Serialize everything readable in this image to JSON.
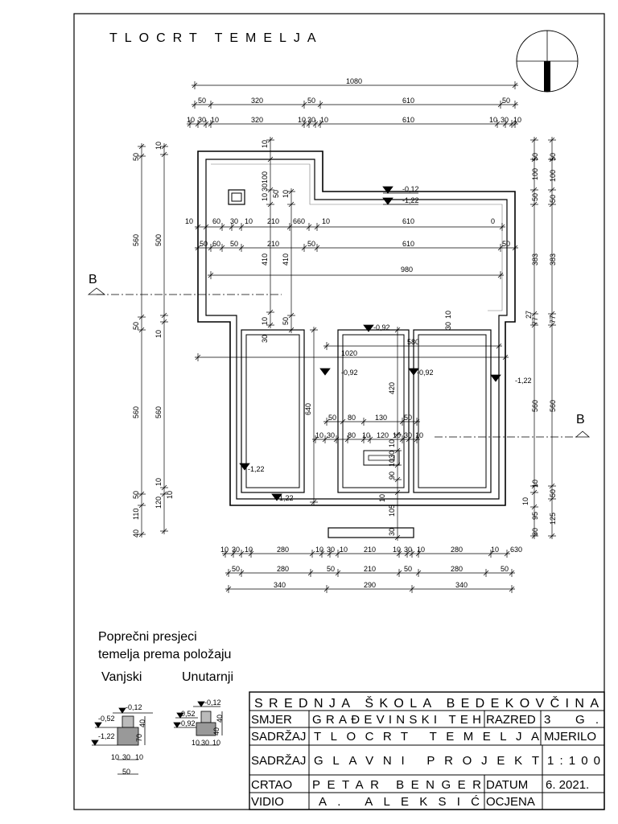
{
  "sheet": {
    "title": "TLOCRT TEMELJA",
    "section_mark": "B"
  },
  "dimensions": {
    "top_total": "1080",
    "top_row2": [
      "50",
      "320",
      "50",
      "610",
      "50"
    ],
    "top_row3": [
      "10",
      "30",
      "10",
      "320",
      "10",
      "30",
      "10",
      "610",
      "10",
      "30",
      "10"
    ],
    "inner_row1": [
      "10",
      "60",
      "30",
      "10",
      "210",
      "660",
      "10",
      "610",
      "0"
    ],
    "inner_row2": [
      "50",
      "60",
      "50",
      "210",
      "50",
      "610",
      "50"
    ],
    "inner_980": "980",
    "inner_1020": "1020",
    "inner_580": "580",
    "mid_row1": [
      "50",
      "80",
      "130",
      "50"
    ],
    "mid_row2": [
      "10",
      "30",
      "80",
      "10",
      "120",
      "10",
      "30",
      "10"
    ],
    "bottom_row1": [
      "10",
      "30",
      "10",
      "280",
      "10",
      "30",
      "10",
      "210",
      "10",
      "30",
      "10",
      "280",
      "10",
      "630"
    ],
    "bottom_row2": [
      "50",
      "280",
      "50",
      "210",
      "50",
      "280",
      "50"
    ],
    "bottom_row3": [
      "340",
      "290",
      "340"
    ],
    "left_outer": [
      "50",
      "560",
      "50",
      "560",
      "50",
      "110",
      "40"
    ],
    "left_inner": [
      "10",
      "500",
      "10",
      "560",
      "10",
      "120",
      "10"
    ],
    "right_inner": [
      "50",
      "100",
      "50",
      "383",
      "27",
      "77",
      "560",
      "10",
      "10",
      "95",
      "30"
    ],
    "right_outer": [
      "50",
      "100",
      "50",
      "383",
      "77",
      "560",
      "50",
      "125"
    ],
    "vertical_misc": [
      "10",
      "100",
      "50",
      "10",
      "30",
      "10",
      "410",
      "410",
      "50",
      "640",
      "420",
      "10",
      "30",
      "10",
      "90",
      "105",
      "30",
      "10",
      "30",
      "10",
      "30",
      "10"
    ],
    "levels": [
      "-0,12",
      "-1,22",
      "-0,92",
      "-0,92",
      "-0,92",
      "-1,22",
      "-1,22",
      "-1,22"
    ]
  },
  "sections_block": {
    "title_line1": "Poprečni presjeci",
    "title_line2": "temelja prema položaju",
    "label_outer": "Vanjski",
    "label_inner": "Unutarnji",
    "outer_levels": [
      "-0,12",
      "-0,52",
      "-1,22"
    ],
    "outer_dims": [
      "40",
      "70",
      "10",
      "30",
      "10",
      "50"
    ],
    "inner_levels": [
      "-0,12",
      "-0,52",
      "-0,92"
    ],
    "inner_dims": [
      "40",
      "40",
      "10",
      "30",
      "10"
    ]
  },
  "title_block": {
    "school": "SREDNJA ŠKOLA BEDEKOVČINA",
    "smjer_label": "SMJER",
    "smjer_value": "GRAĐEVINSKI TEH",
    "razred_label": "RAZRED",
    "razred_value": "3 G.",
    "sadrzaj_label": "SADRŽAJ",
    "sadrzaj_value": "TLOCRT TEMELJA",
    "mjerilo_label": "MJERILO",
    "sadrzaj2_label": "SADRŽAJ",
    "sadrzaj2_value": "GLAVNI PROJEKT",
    "mjerilo_value": "1:100",
    "crtao_label": "CRTAO",
    "crtao_value": "PETAR BENGER",
    "datum_label": "DATUM",
    "datum_value": "6. 2021.",
    "vidio_label": "VIDIO",
    "vidio_value": "A. ALEKSIĆ",
    "ocjena_label": "OCJENA"
  }
}
